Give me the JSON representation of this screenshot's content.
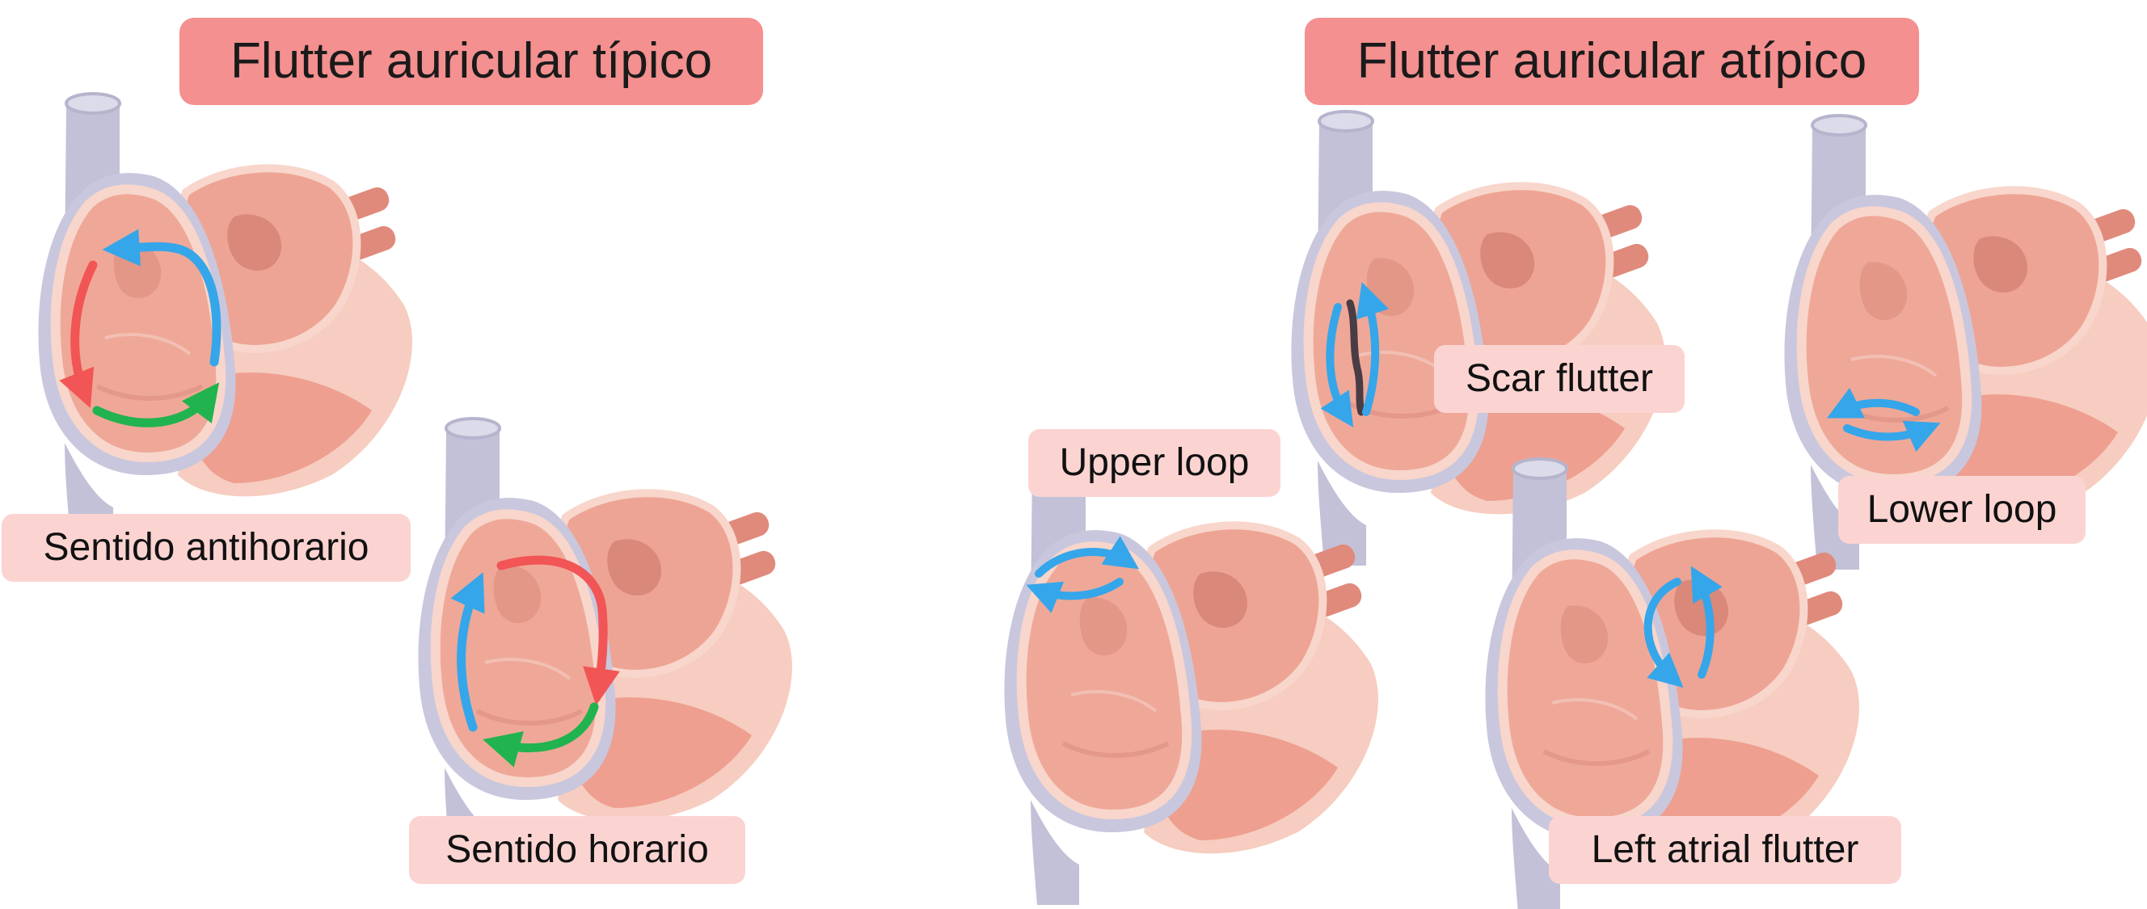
{
  "titles": {
    "typical": "Flutter auricular típico",
    "atypical": "Flutter auricular atípico"
  },
  "labels": {
    "counterclockwise": "Sentido antihorario",
    "clockwise": "Sentido horario",
    "scar": "Scar flutter",
    "upper_loop": "Upper loop",
    "lower_loop": "Lower loop",
    "left_atrial": "Left atrial flutter"
  },
  "colors": {
    "title_bg": "#f4908f",
    "label_bg": "#fbd4d2",
    "arrow_red": "#f25555",
    "arrow_blue": "#35a6ea",
    "arrow_green": "#21b34f",
    "vein": "#c3c1d8",
    "atrium": "#efa898",
    "tissue_light": "#f6cdc0",
    "scar": "#4a3c44"
  },
  "icons": {
    "heart": "heart-atria-cutaway-illustration",
    "arrows": "reentry-circuit-arrow"
  }
}
